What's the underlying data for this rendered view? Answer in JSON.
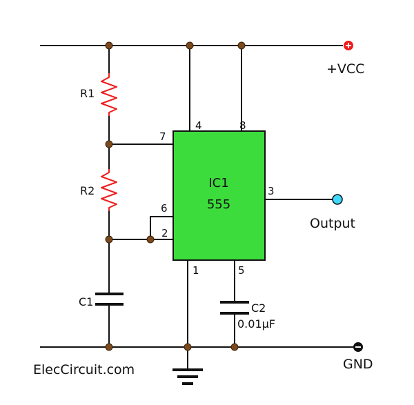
{
  "labels": {
    "vcc": "+VCC",
    "output": "Output",
    "gnd": "GND",
    "watermark": "ElecCircuit.com"
  },
  "components": {
    "r1": "R1",
    "r2": "R2",
    "c1": "C1",
    "c2": "C2",
    "c2_value": "0.01µF",
    "ic_name": "IC1",
    "ic_part": "555"
  },
  "pins": {
    "p1": "1",
    "p2": "2",
    "p3": "3",
    "p4": "4",
    "p5": "5",
    "p6": "6",
    "p7": "7",
    "p8": "8"
  },
  "colors": {
    "wire": "#111111",
    "junction": "#7a4a1e",
    "resistor": "#ee1c1c",
    "ic_fill": "#3ddc3d",
    "vcc_terminal": "#ee1c1c",
    "output_terminal": "#40d8ff",
    "gnd_terminal": "#111111"
  }
}
